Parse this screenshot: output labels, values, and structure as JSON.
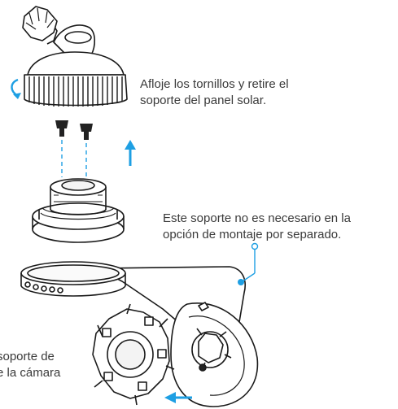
{
  "callouts": {
    "loosen_screws": {
      "line1": "Afloje los tornillos y retire el",
      "line2": "soporte del panel solar."
    },
    "mount_not_needed": {
      "line1": "Este soporte no es necesario en la",
      "line2": "opción de montaje por separado."
    },
    "camera_mount": {
      "line1": "soporte de",
      "line2": "e la cámara"
    }
  },
  "colors": {
    "accent": "#1e9fe3",
    "line_art": "#1a1a1a",
    "text": "#3a3a3a"
  },
  "icons": [
    "rotate-arrow",
    "up-arrow",
    "left-arrow",
    "screw",
    "callout-pin"
  ]
}
